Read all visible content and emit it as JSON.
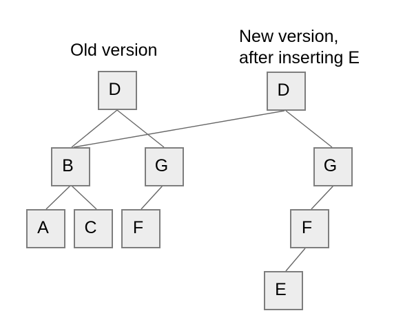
{
  "titles": {
    "old": "Old version",
    "new_line1": "New version,",
    "new_line2": "after inserting E"
  },
  "nodes": {
    "old_d": {
      "label": "D"
    },
    "old_b": {
      "label": "B"
    },
    "old_g": {
      "label": "G"
    },
    "old_a": {
      "label": "A"
    },
    "old_c": {
      "label": "C"
    },
    "old_f": {
      "label": "F"
    },
    "new_d": {
      "label": "D"
    },
    "new_g": {
      "label": "G"
    },
    "new_f": {
      "label": "F"
    },
    "new_e": {
      "label": "E"
    }
  },
  "edges": [
    {
      "from": "old_d",
      "to": "old_b"
    },
    {
      "from": "old_d",
      "to": "old_g"
    },
    {
      "from": "old_b",
      "to": "old_a"
    },
    {
      "from": "old_b",
      "to": "old_c"
    },
    {
      "from": "old_g",
      "to": "old_f"
    },
    {
      "from": "new_d",
      "to": "old_b"
    },
    {
      "from": "new_d",
      "to": "new_g"
    },
    {
      "from": "new_g",
      "to": "new_f"
    },
    {
      "from": "new_f",
      "to": "new_e"
    }
  ],
  "colors": {
    "background": "#ffffff",
    "node_fill": "#ededed",
    "node_border": "#7d7d7d",
    "edge": "#666666",
    "text": "#000000"
  }
}
